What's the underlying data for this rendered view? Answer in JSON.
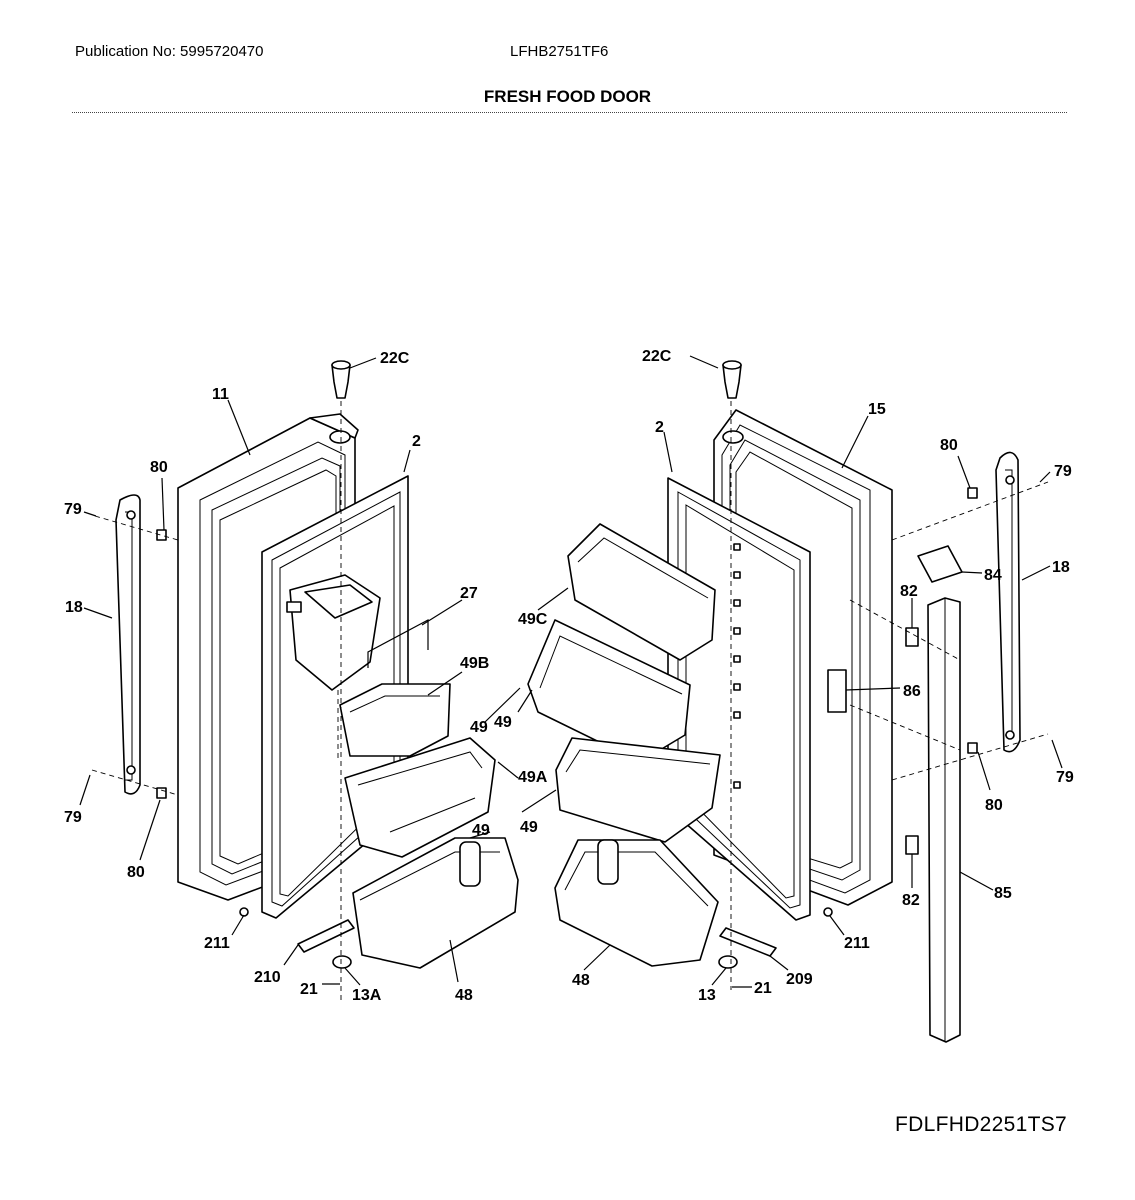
{
  "header": {
    "publication": "Publication No: 5995720470",
    "model": "LFHB2751TF6",
    "title": "FRESH FOOD DOOR"
  },
  "footer": {
    "diagram_code": "FDLFHD2251TS7"
  },
  "callouts": {
    "c22c_l": "22C",
    "c11": "11",
    "c2_l": "2",
    "c80_lt": "80",
    "c79_lt": "79",
    "c18_l": "18",
    "c27": "27",
    "c49b": "49B",
    "c49_l": "49",
    "c49a": "49A",
    "c49_l2": "49",
    "c79_lb": "79",
    "c80_lb": "80",
    "c211_l": "211",
    "c210": "210",
    "c21_l": "21",
    "c13a": "13A",
    "c48_l": "48",
    "c22c_r": "22C",
    "c2_r": "2",
    "c15": "15",
    "c80_rt": "80",
    "c79_rt": "79",
    "c49c": "49C",
    "c84": "84",
    "c18_r": "18",
    "c82_t": "82",
    "c86": "86",
    "c49_r": "49",
    "c49_r2": "49",
    "c80_rb": "80",
    "c79_rb": "79",
    "c85": "85",
    "c82_b": "82",
    "c211_r": "211",
    "c48_r": "48",
    "c209": "209",
    "c13": "13",
    "c21_r": "21"
  }
}
